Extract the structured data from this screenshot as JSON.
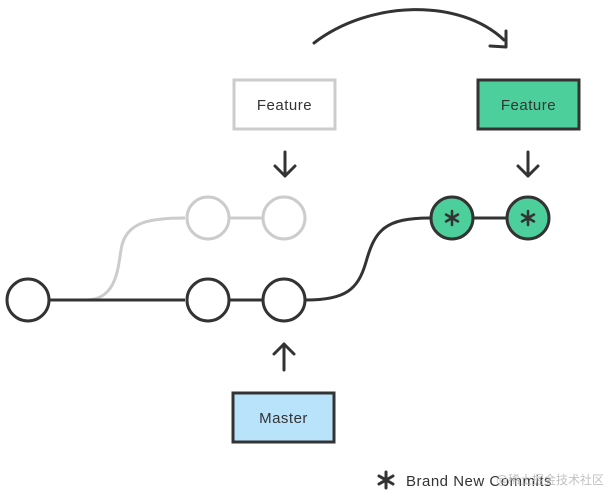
{
  "labels": {
    "feature_old": "Feature",
    "feature_new": "Feature",
    "master": "Master"
  },
  "legend": {
    "label": "Brand New Commits"
  },
  "watermark": {
    "text": "@稀土掘金技术社区"
  },
  "colors": {
    "line": "#333333",
    "ghost": "#cccccc",
    "feature_new_fill": "#4ccf9b",
    "master_fill": "#b9e3fb",
    "node_fill": "#ffffff",
    "watermark": "#bbbbbb"
  }
}
